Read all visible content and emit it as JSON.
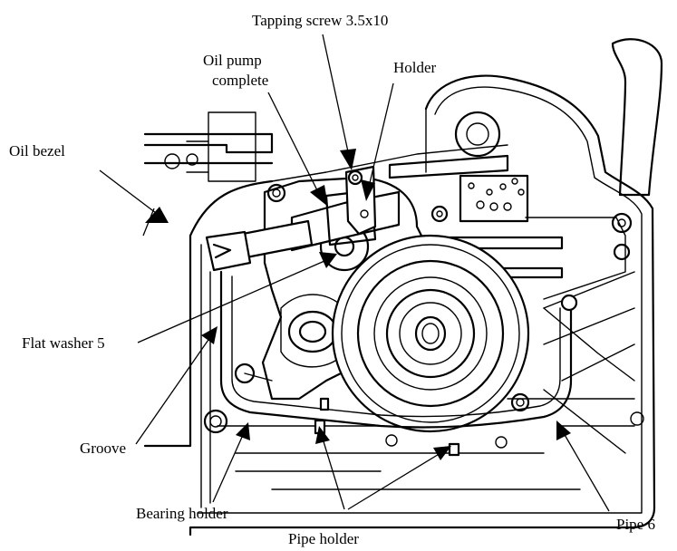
{
  "labels": {
    "tapping_screw": "Tapping screw 3.5x10",
    "oil_pump_line1": "Oil pump",
    "oil_pump_line2": "complete",
    "holder": "Holder",
    "oil_bezel": "Oil bezel",
    "flat_washer": "Flat washer 5",
    "groove": "Groove",
    "bearing_holder": "Bearing holder",
    "pipe_holder": "Pipe holder",
    "pipe_6": "Pipe 6"
  }
}
